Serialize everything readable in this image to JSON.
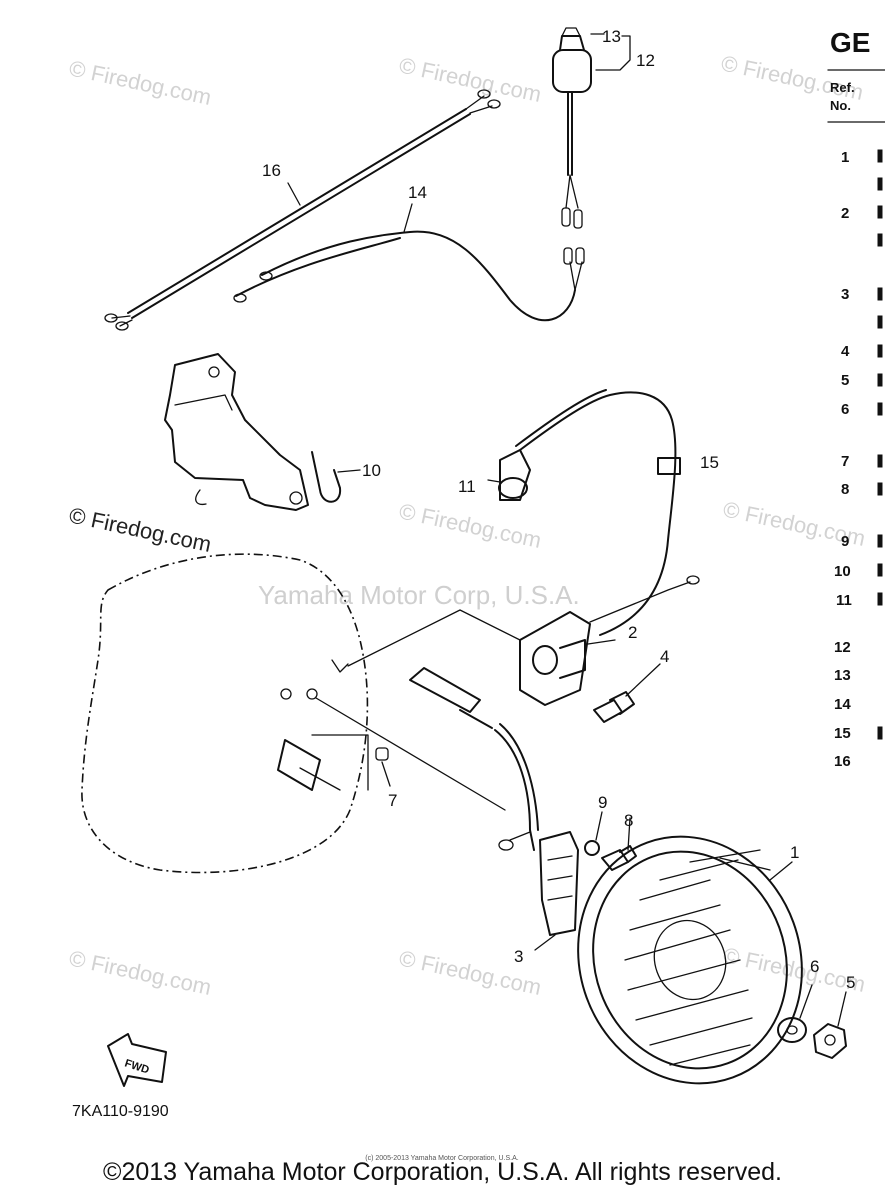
{
  "diagram": {
    "title_fragment": "GE",
    "ref_header_line1": "Ref.",
    "ref_header_line2": "No.",
    "ref_numbers": [
      "1",
      "2",
      "3",
      "4",
      "5",
      "6",
      "7",
      "8",
      "9",
      "10",
      "11",
      "12",
      "13",
      "14",
      "15",
      "16"
    ],
    "callouts": [
      "1",
      "2",
      "3",
      "4",
      "5",
      "6",
      "7",
      "8",
      "9",
      "10",
      "11",
      "12",
      "13",
      "14",
      "15",
      "16"
    ],
    "watermark_text": "© Firedog.com",
    "center_watermark": "Yamaha Motor Corp, U.S.A.",
    "diagram_code": "7KA110-9190",
    "fwd_label": "FWD",
    "small_copyright": "(c) 2005-2013 Yamaha Motor Corporation, U.S.A."
  },
  "footer": {
    "copyright": "©2013 Yamaha Motor Corporation, U.S.A. All rights reserved."
  },
  "colors": {
    "ink": "#111111",
    "watermark": "#d2d2d2",
    "background": "#ffffff"
  }
}
